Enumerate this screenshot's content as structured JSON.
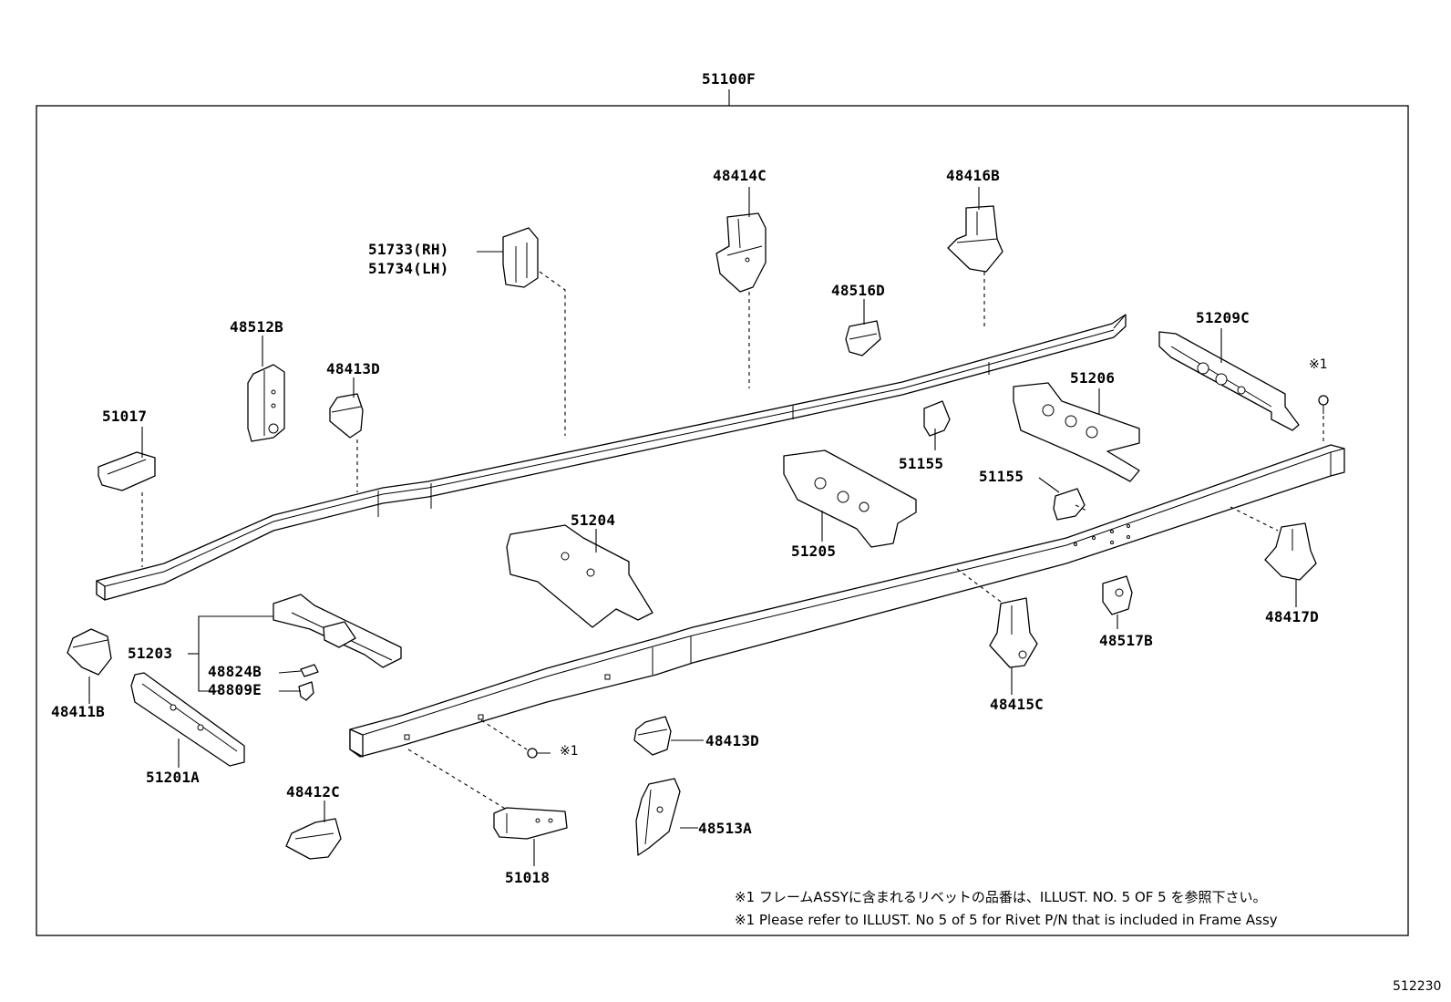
{
  "assembly": {
    "part_no": "51100F"
  },
  "parts": {
    "p51733": "51733(RH)",
    "p51734": "51734(LH)",
    "p48414C": "48414C",
    "p48416B": "48416B",
    "p48516D": "48516D",
    "p48512B": "48512B",
    "p48413D_top": "48413D",
    "p51209C": "51209C",
    "p51017": "51017",
    "p51206": "51206",
    "p51155_a": "51155",
    "p51155_b": "51155",
    "p51204": "51204",
    "p51205": "51205",
    "p51203": "51203",
    "p48824B": "48824B",
    "p48809E": "48809E",
    "p48411B": "48411B",
    "p51201A": "51201A",
    "p48417D": "48417D",
    "p48517B": "48517B",
    "p48415C": "48415C",
    "p48413D_bottom": "48413D",
    "p48412C": "48412C",
    "p48513A": "48513A",
    "p51018": "51018"
  },
  "rivet_marks": {
    "top_right": "※1",
    "bottom_center": "※1"
  },
  "notes": {
    "japanese": "※1 フレームASSYに含まれるリベットの品番は、ILLUST. NO. 5  OF  5  を参照下さい。",
    "english": "※1 Please refer to ILLUST. No 5 of 5 for Rivet P/N that is included in Frame Assy"
  },
  "illustration_code": "512230"
}
